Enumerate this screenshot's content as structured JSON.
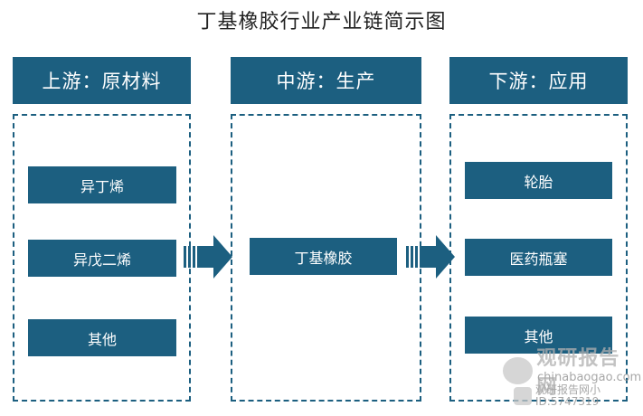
{
  "title": "丁基橡胶行业产业链简示图",
  "columns": [
    {
      "header": "上游：原材料",
      "items": [
        "异丁烯",
        "异戊二烯",
        "其他"
      ]
    },
    {
      "header": "中游：生产",
      "items": [
        "丁基橡胶"
      ]
    },
    {
      "header": "下游：应用",
      "items": [
        "轮胎",
        "医药瓶塞",
        "其他"
      ]
    }
  ],
  "colors": {
    "primary": "#1c5f80",
    "text": "#222222"
  },
  "watermark": {
    "brand": "观研报告网",
    "site": "chinabaogao.com",
    "sub_line1": "观研报告网小",
    "sub_line2": "ID:5747319"
  }
}
